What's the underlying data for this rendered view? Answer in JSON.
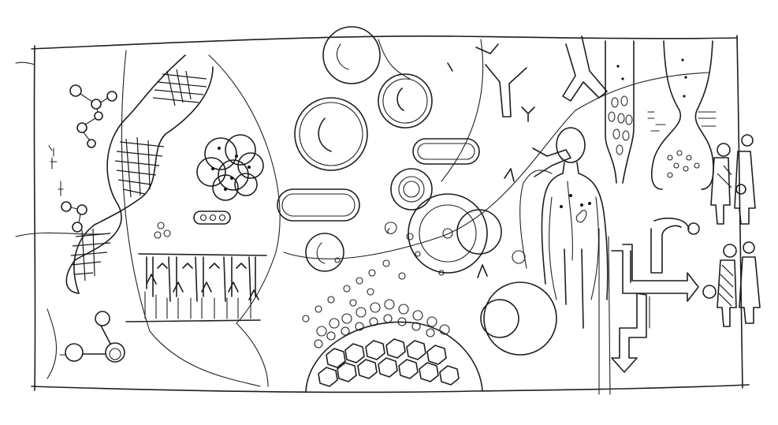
{
  "drawing": {
    "style": "pencil-sketch",
    "ink_color": "#1e1e1e",
    "background": "#ffffff",
    "scenes": [
      "molecule-structures",
      "dna-double-helix",
      "cell-cluster",
      "muscle-fibers",
      "blood-cells",
      "antibodies",
      "tissue-hexagon-grid",
      "human-body-figure",
      "capillary-tubes",
      "human-silhouettes",
      "flow-arrows"
    ]
  }
}
